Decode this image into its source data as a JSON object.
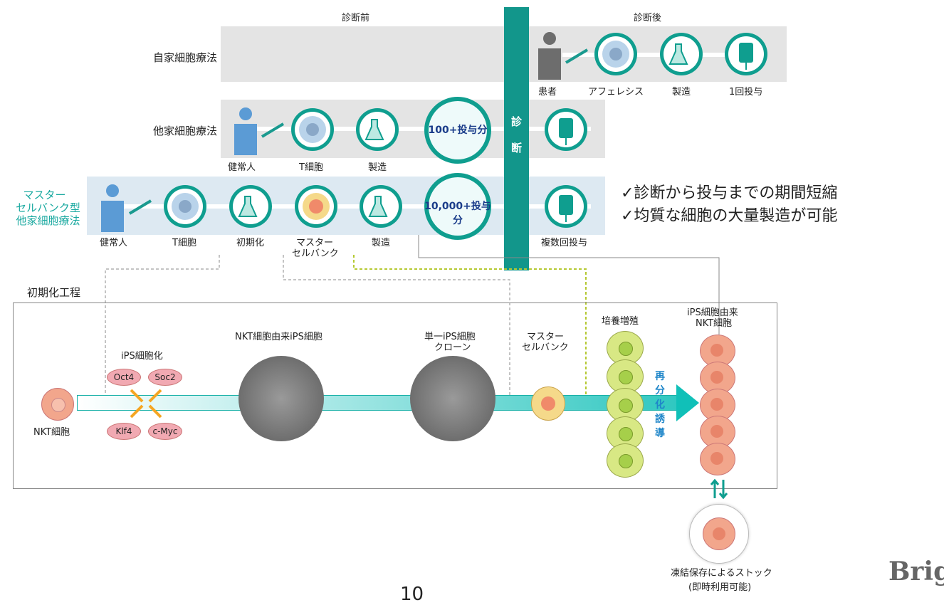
{
  "header": {
    "before": "診断前",
    "after": "診断後"
  },
  "rows": {
    "autologous": {
      "label": "自家細胞療法"
    },
    "allogeneic": {
      "label": "他家細胞療法"
    },
    "masterbank": {
      "label_line1": "マスター",
      "label_line2": "セルバンク型",
      "label_line3": "他家細胞療法"
    }
  },
  "diagnosis": {
    "char1": "診",
    "char2": "断"
  },
  "autologous_steps": [
    "患者",
    "アフェレシス",
    "製造",
    "1回投与"
  ],
  "allogeneic_steps": [
    "健常人",
    "T細胞",
    "製造"
  ],
  "allogeneic_doses": "100+投与分",
  "master_steps": [
    "健常人",
    "T細胞",
    "初期化",
    "マスター",
    "セルバンク",
    "製造"
  ],
  "master_doses": "10,000+投与分",
  "master_admin": "複数回投与",
  "benefits": [
    "✓診断から投与までの期間短縮",
    "✓均質な細胞の大量製造が可能"
  ],
  "process": {
    "title": "初期化工程",
    "reprogramming": "iPS細胞化",
    "genes": [
      "Oct4",
      "Soc2",
      "Klf4",
      "c-Myc"
    ],
    "nkt_cell": "NKT細胞",
    "nkt_ips": "NKT細胞由来iPS細胞",
    "single_clone_1": "単一iPS細胞",
    "single_clone_2": "クローン",
    "master_bank_1": "マスター",
    "master_bank_2": "セルバンク",
    "expansion": "培養増殖",
    "redifferentiation": [
      "再",
      "分",
      "化",
      "誘",
      "導"
    ],
    "derived_1": "iPS細胞由来",
    "derived_2": "NKT細胞",
    "stock_1": "凍結保存によるストック",
    "stock_2": "(即時利用可能)"
  },
  "page_number": "10",
  "brand": "Brigl",
  "colors": {
    "teal": "#0f9e8f",
    "band_gray": "#e4e4e4",
    "band_blue": "#dde9f2",
    "cell_pink": "#f2a68c",
    "cell_green": "#d8e884"
  }
}
